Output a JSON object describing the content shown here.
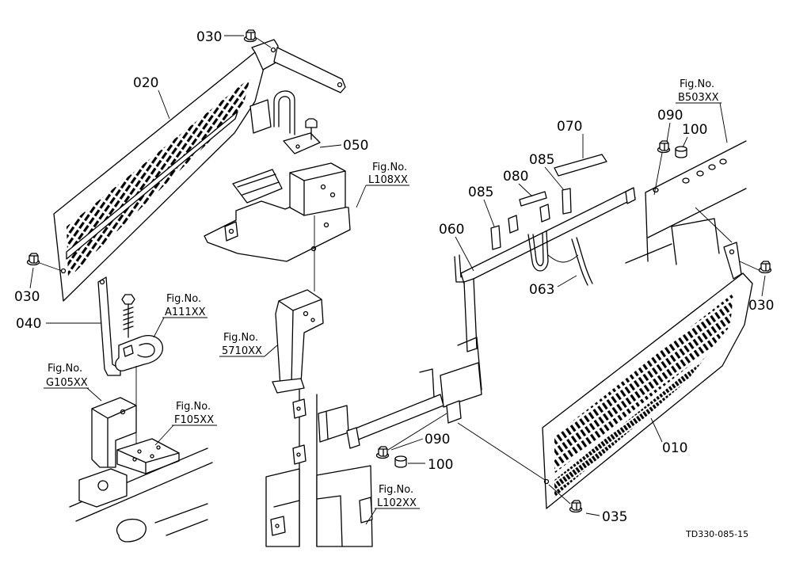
{
  "labels": {
    "p030_top": "030",
    "p020": "020",
    "p050": "050",
    "p070": "070",
    "p085_upper": "085",
    "p080": "080",
    "p085_lower": "085",
    "p060": "060",
    "p063": "063",
    "p090_upper": "090",
    "p100_upper": "100",
    "p030_right": "030",
    "p030_left": "030",
    "p040": "040",
    "p090_lower": "090",
    "p100_lower": "100",
    "p010": "010",
    "p035": "035"
  },
  "figure_refs": {
    "l108": {
      "prefix": "Fig.No.",
      "code": "L108XX"
    },
    "b503": {
      "prefix": "Fig.No.",
      "code": "B503XX"
    },
    "a111": {
      "prefix": "Fig.No.",
      "code": "A111XX"
    },
    "s5710": {
      "prefix": "Fig.No.",
      "code": "5710XX"
    },
    "g105": {
      "prefix": "Fig.No.",
      "code": "G105XX"
    },
    "f105": {
      "prefix": "Fig.No.",
      "code": "F105XX"
    },
    "l102": {
      "prefix": "Fig.No.",
      "code": "L102XX"
    }
  },
  "drawing_id": "TD330-085-15",
  "colors": {
    "line": "#000000",
    "background": "#ffffff"
  }
}
